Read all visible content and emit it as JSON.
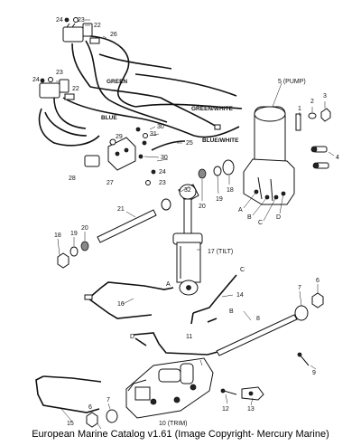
{
  "caption": "European Marine Catalog v1.61 (Image Copyright- Mercury Marine)",
  "parts": {
    "p1": "1",
    "p2": "2",
    "p3": "3",
    "p4": "4",
    "p5": "5 (PUMP)",
    "p6": "6",
    "p7": "7",
    "p8": "8",
    "p9": "9",
    "p10": "10 (TRIM)",
    "p11": "11",
    "p12": "12",
    "p13": "13",
    "p14": "14",
    "p15": "15",
    "p16": "16",
    "p17": "17 (TILT)",
    "p18": "18",
    "p19": "19",
    "p20": "20",
    "p21": "21",
    "p22": "22",
    "p23": "23",
    "p24": "24",
    "p25": "25",
    "p26": "26",
    "p27": "27",
    "p28": "28",
    "p29": "29",
    "p30": "30",
    "p31": "31",
    "p32": "32"
  },
  "wires": {
    "green": "GREEN",
    "blue": "BLUE",
    "green_white": "GREEN/WHITE",
    "blue_white": "BLUE/WHITE"
  },
  "ports": {
    "a": "A",
    "b": "B",
    "c": "C",
    "d": "D"
  }
}
